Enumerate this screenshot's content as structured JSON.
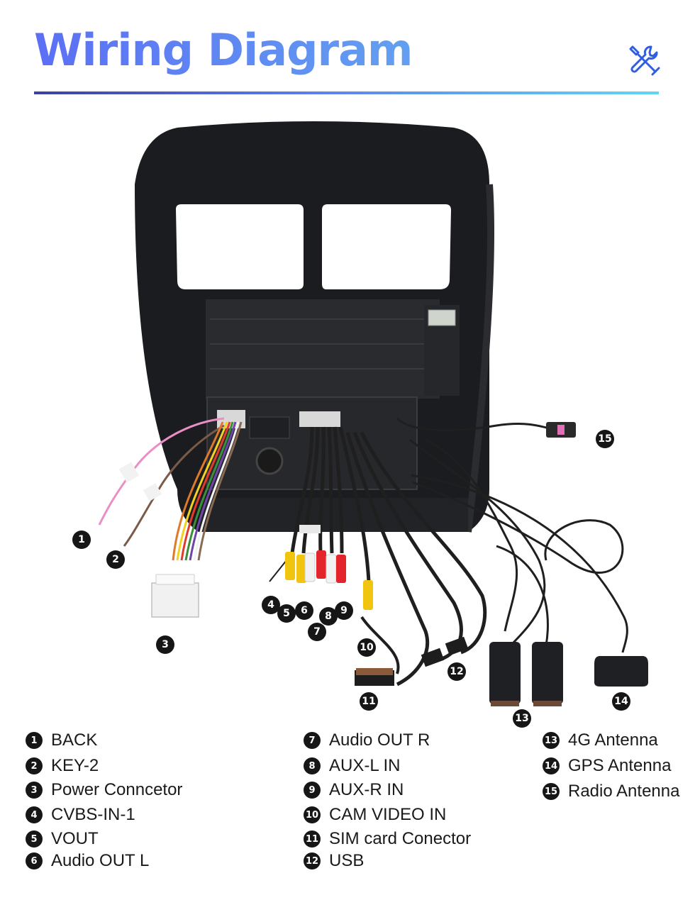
{
  "header": {
    "title": "Wiring Diagram",
    "icon": "tools-icon"
  },
  "colors": {
    "title_start": "#5b6ff5",
    "title_end": "#63a0f0",
    "rule_start": "#3b3fa8",
    "rule_end": "#5fd7f2",
    "marker": "#161616"
  },
  "markers": [
    "1",
    "2",
    "3",
    "4",
    "5",
    "6",
    "7",
    "8",
    "9",
    "10",
    "11",
    "12",
    "13",
    "14",
    "15"
  ],
  "legend": [
    {
      "num": "1",
      "label": "BACK"
    },
    {
      "num": "2",
      "label": "KEY-2"
    },
    {
      "num": "3",
      "label": "Power Conncetor"
    },
    {
      "num": "4",
      "label": "CVBS-IN-1"
    },
    {
      "num": "5",
      "label": "VOUT"
    },
    {
      "num": "6",
      "label": "Audio OUT L"
    },
    {
      "num": "7",
      "label": "Audio OUT R"
    },
    {
      "num": "8",
      "label": "AUX-L IN"
    },
    {
      "num": "9",
      "label": "AUX-R IN"
    },
    {
      "num": "10",
      "label": "CAM VIDEO IN"
    },
    {
      "num": "11",
      "label": "SIM card Conector"
    },
    {
      "num": "12",
      "label": "USB"
    },
    {
      "num": "13",
      "label": "4G Antenna"
    },
    {
      "num": "14",
      "label": "GPS Antenna"
    },
    {
      "num": "15",
      "label": "Radio Antenna"
    }
  ]
}
